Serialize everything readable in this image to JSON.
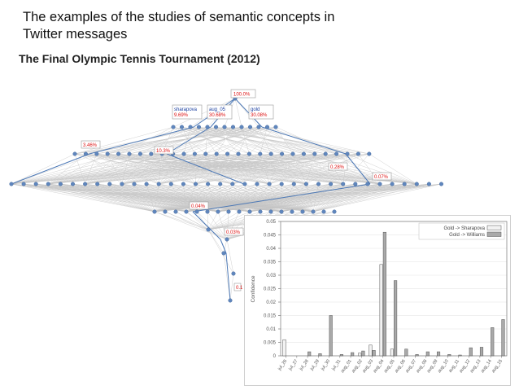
{
  "page": {
    "title_line1": "The examples of the studies of semantic concepts in",
    "title_line2": "Twitter messages",
    "subtitle": "The Final Olympic Tennis Tournament (2012)"
  },
  "lattice": {
    "top_label": "100.0%",
    "concepts": [
      {
        "name": "sharapova",
        "value": "9.69%"
      },
      {
        "name": "aug_05",
        "value": "30.68%"
      },
      {
        "name": "gold",
        "value": "30.08%"
      }
    ],
    "percent_labels": [
      "3.46%",
      "10.3%",
      "0.28%",
      "0.07%",
      "0.04%",
      "0.03%",
      "0.1"
    ]
  },
  "chart_data": {
    "type": "bar",
    "ylabel": "Confidence",
    "ylim": [
      0,
      0.05
    ],
    "yticks": [
      "0",
      "0.005",
      "0.01",
      "0.015",
      "0.02",
      "0.025",
      "0.03",
      "0.035",
      "0.04",
      "0.045",
      "0.05"
    ],
    "legend_position": "top-right",
    "categories": [
      "jul_26",
      "jul_27",
      "jul_28",
      "jul_29",
      "jul_30",
      "jul_31",
      "aug_01",
      "aug_02",
      "aug_03",
      "aug_04",
      "aug_05",
      "aug_06",
      "aug_07",
      "aug_08",
      "aug_09",
      "aug_10",
      "aug_11",
      "aug_12",
      "aug_13",
      "aug_14",
      "aug_15"
    ],
    "series": [
      {
        "name": "Gold -> Sharapova",
        "color": "#f2f2f2",
        "values": [
          0.006,
          0,
          0,
          0,
          0,
          0,
          0,
          0.001,
          0.004,
          0.034,
          0.0025,
          0,
          0,
          0,
          0,
          0,
          0,
          0,
          0,
          0,
          0
        ]
      },
      {
        "name": "Gold -> Williams",
        "color": "#a9a9a9",
        "values": [
          0,
          0,
          0.0015,
          0.0008,
          0.015,
          0.0005,
          0.0012,
          0.0018,
          0.002,
          0.046,
          0.028,
          0.0025,
          0.0005,
          0.0015,
          0.0015,
          0.0005,
          0.0003,
          0.003,
          0.0032,
          0.0105,
          0.0135
        ]
      }
    ]
  }
}
